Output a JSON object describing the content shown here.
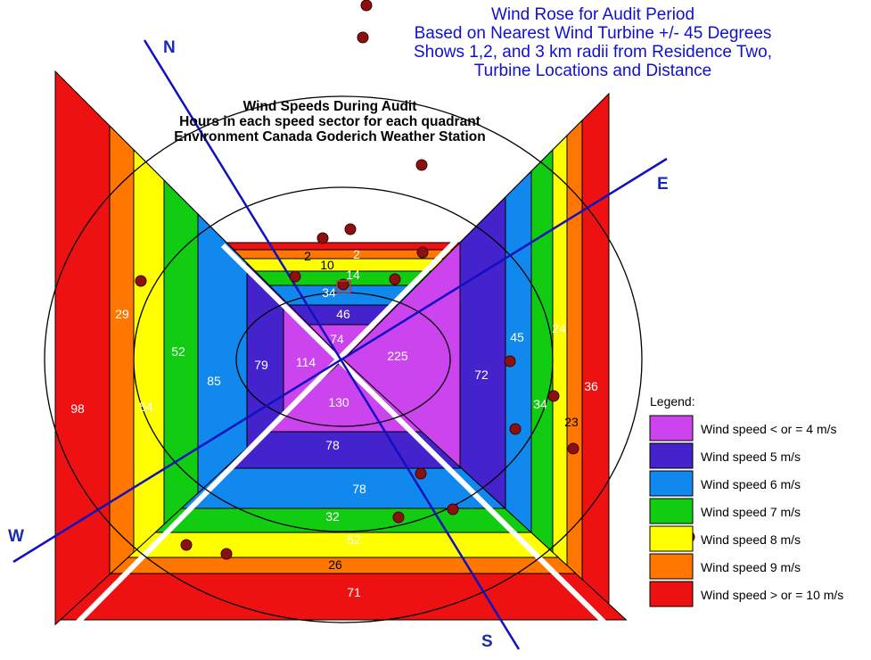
{
  "title_lines": [
    "Wind Rose for Audit Period",
    "Based on Nearest Wind Turbine +/- 45 Degrees",
    "Shows 1,2, and 3 km radii from Residence Two,",
    "Turbine Locations and Distance"
  ],
  "subtitle_lines": [
    "Wind Speeds During Audit",
    "Hours in each speed sector for each quadrant",
    "Environment Canada Goderich Weather Station"
  ],
  "directions": {
    "n": "N",
    "e": "E",
    "s": "S",
    "w": "W"
  },
  "legend": {
    "title": "Legend:",
    "items": [
      {
        "label": "Wind speed < or = 4 m/s",
        "color": "#cc44ee"
      },
      {
        "label": "Wind speed 5 m/s",
        "color": "#4422cc"
      },
      {
        "label": "Wind speed 6 m/s",
        "color": "#1188ee"
      },
      {
        "label": "Wind speed 7 m/s",
        "color": "#11cc11"
      },
      {
        "label": "Wind speed 8 m/s",
        "color": "#ffff00"
      },
      {
        "label": "Wind speed 9 m/s",
        "color": "#ff7700"
      },
      {
        "label": "Wind speed > or = 10 m/s",
        "color": "#ee1111"
      }
    ]
  },
  "chart_data": {
    "type": "wind-rose",
    "quadrants": [
      "N",
      "E",
      "S",
      "W"
    ],
    "speed_bins": [
      "<=4 m/s",
      "5 m/s",
      "6 m/s",
      "7 m/s",
      "8 m/s",
      "9 m/s",
      ">=10 m/s"
    ],
    "series": [
      {
        "quadrant": "N",
        "values": [
          74,
          46,
          34,
          14,
          10,
          2,
          2
        ]
      },
      {
        "quadrant": "E",
        "values": [
          225,
          72,
          45,
          34,
          24,
          23,
          36
        ]
      },
      {
        "quadrant": "S",
        "values": [
          130,
          78,
          78,
          32,
          52,
          26,
          71
        ]
      },
      {
        "quadrant": "W",
        "values": [
          114,
          79,
          85,
          52,
          54,
          29,
          98
        ]
      }
    ],
    "radii_km": [
      1,
      2,
      3
    ]
  }
}
